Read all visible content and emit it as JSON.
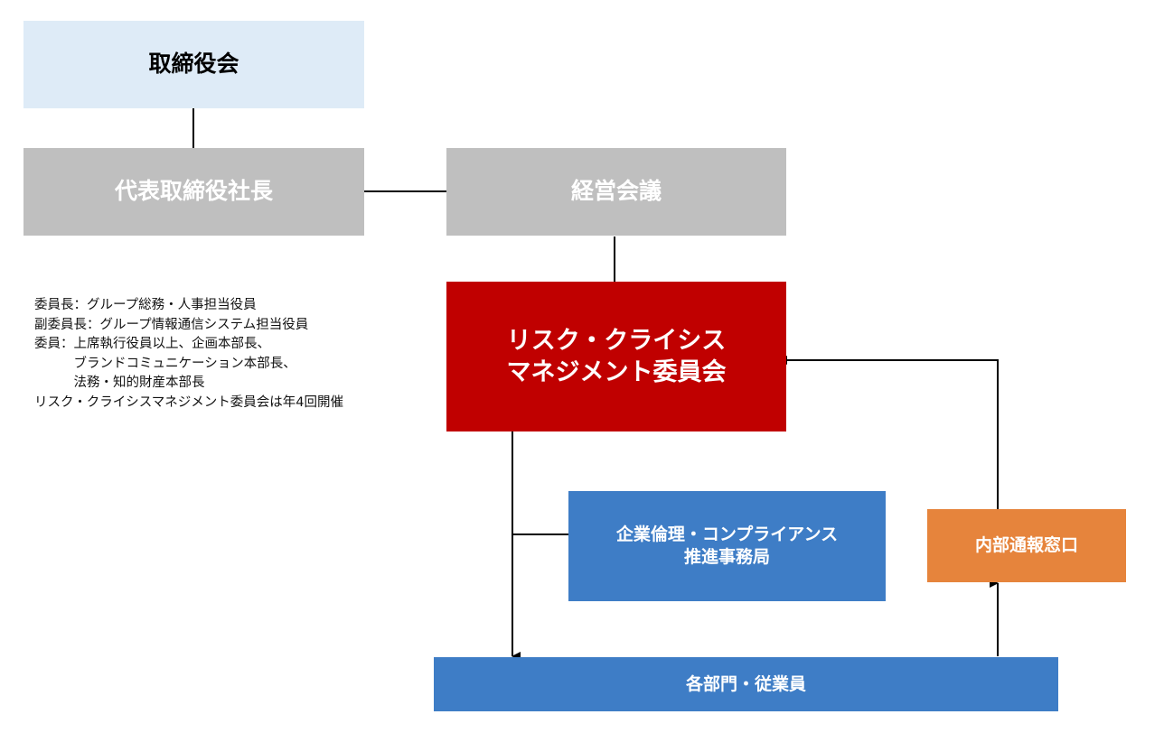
{
  "nodes": {
    "board": {
      "label": "取締役会",
      "color": "#deebf7",
      "text_color": "#000000"
    },
    "president": {
      "label": "代表取締役社長",
      "color": "#bfbfbf",
      "text_color": "#ffffff"
    },
    "management_meeting": {
      "label": "経営会議",
      "color": "#bfbfbf",
      "text_color": "#ffffff"
    },
    "risk_committee": {
      "label_line1": "リスク・クライシス",
      "label_line2": "マネジメント委員会",
      "color": "#c00000",
      "text_color": "#ffffff"
    },
    "compliance_office": {
      "label_line1": "企業倫理・コンプライアンス",
      "label_line2": "推進事務局",
      "color": "#3e7dc6",
      "text_color": "#ffffff"
    },
    "whistleblower": {
      "label": "内部通報窓口",
      "color": "#e6843c",
      "text_color": "#ffffff"
    },
    "departments": {
      "label": "各部門・従業員",
      "color": "#3e7dc6",
      "text_color": "#ffffff"
    }
  },
  "note": {
    "lines": [
      "委員長：グループ総務・人事担当役員",
      "副委員長：グループ情報通信システム担当役員",
      "委員：上席執行役員以上、企画本部長、",
      "　　　ブランドコミュニケーション本部長、",
      "　　　法務・知的財産本部長",
      "リスク・クライシスマネジメント委員会は年4回開催"
    ]
  }
}
